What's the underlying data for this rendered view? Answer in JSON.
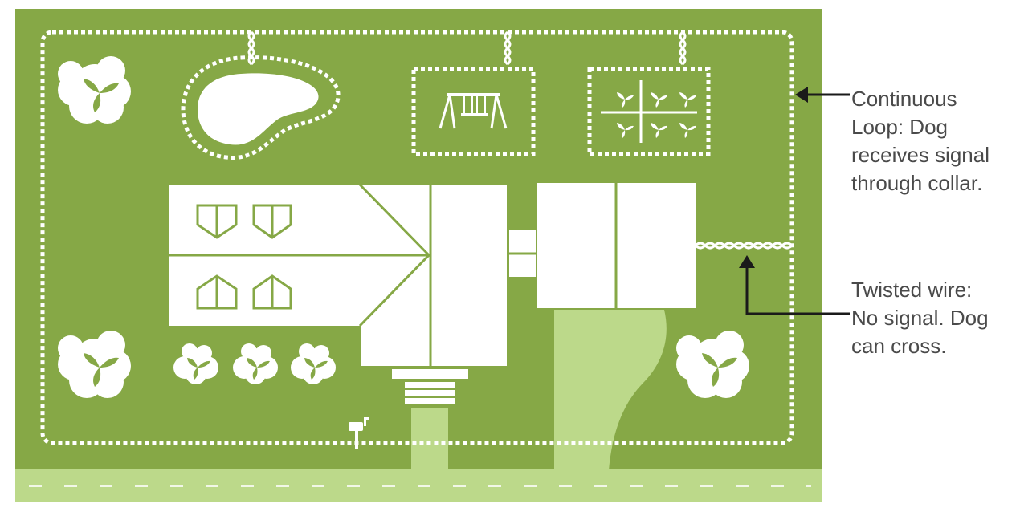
{
  "colors": {
    "grass": "#86a846",
    "road": "#bcd98a",
    "path": "#bcd98a",
    "white": "#ffffff",
    "arrow": "#1a1a1a",
    "text": "#4a4a4a"
  },
  "labels": {
    "continuous_loop": [
      "Continuous",
      "Loop: Dog",
      "receives signal",
      "through collar."
    ],
    "twisted_wire": [
      "Twisted wire:",
      "No signal. Dog",
      "can cross."
    ]
  },
  "icons": [
    "tree-icon",
    "pool-icon",
    "swing-set-icon",
    "garden-icon",
    "house-icon",
    "garage-icon",
    "mailbox-icon",
    "shrub-icon",
    "arrow-icon"
  ]
}
